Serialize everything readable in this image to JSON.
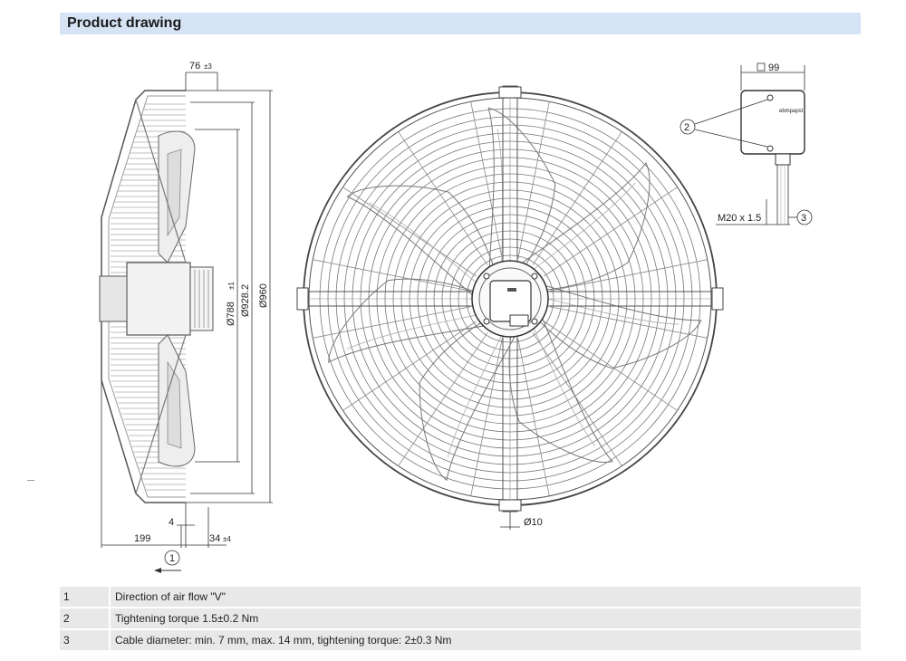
{
  "header": {
    "title": "Product drawing"
  },
  "dimensions": {
    "d76": "76",
    "d76_tol": "±3",
    "d788": "Ø788",
    "d788_tol": "±1",
    "d928": "Ø928.2",
    "d960": "Ø960",
    "d4": "4",
    "d199": "199",
    "d34": "34",
    "d34_tol": "±4",
    "d10": "Ø10",
    "d99": "99",
    "m20": "M20 x 1.5",
    "box_logo": "ebmpapst"
  },
  "callouts": {
    "c1": "1",
    "c2": "2",
    "c3": "3"
  },
  "legend": [
    {
      "num": "1",
      "text": "Direction of air flow \"V\""
    },
    {
      "num": "2",
      "text": "Tightening torque 1.5±0.2 Nm"
    },
    {
      "num": "3",
      "text": "Cable diameter: min. 7 mm, max. 14 mm, tightening torque: 2±0.3 Nm"
    }
  ]
}
